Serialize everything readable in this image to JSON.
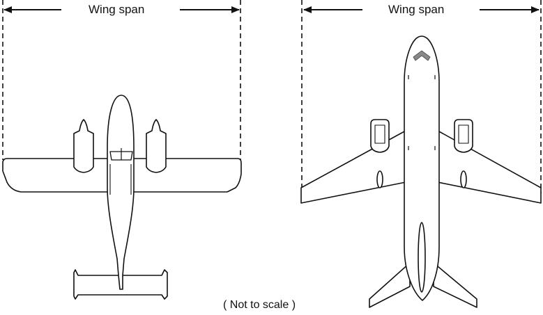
{
  "diagram": {
    "left_label": "Wing span",
    "right_label": "Wing span",
    "note": "( Not to scale )"
  },
  "colors": {
    "line": "#111111",
    "background": "#ffffff",
    "cockpit": "#888888"
  }
}
